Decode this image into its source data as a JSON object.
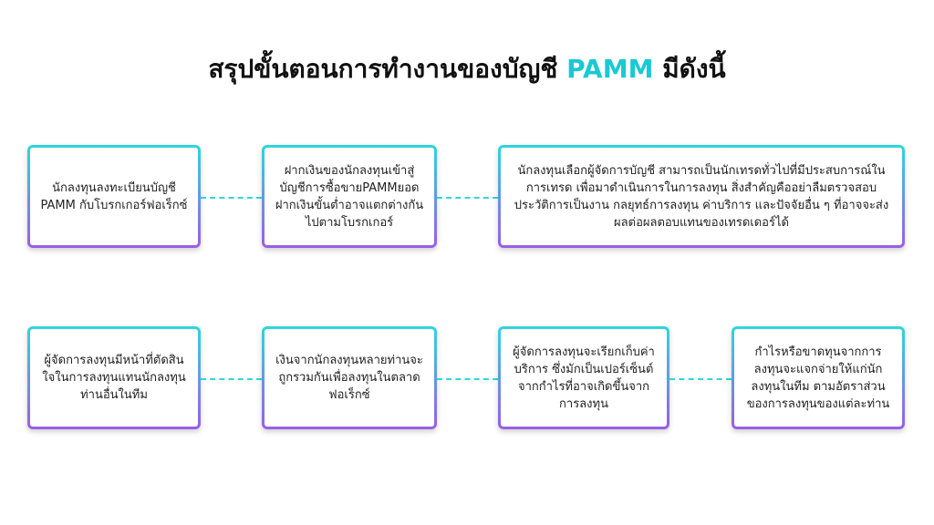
{
  "title": {
    "prefix": "สรุปขั้นตอนการทำงานของบัญชี ",
    "accent": "PAMM",
    "suffix": " มีดังนี้"
  },
  "colors": {
    "accent": "#19c9d3",
    "border_top": "#2fd6dc",
    "border_bottom": "#9b5de5",
    "connector": "#2fd6dc"
  },
  "steps_row1": [
    "นักลงทุนลงทะเบียนบัญชี PAMM กับโบรกเกอร์ฟอเร็กซ์",
    "ฝากเงินของนักลงทุนเข้าสู่บัญชีการซื้อขายPAMMยอดฝากเงินขั้นต่ำอาจแตกต่างกันไปตามโบรกเกอร์",
    "นักลงทุนเลือกผู้จัดการบัญชี สามารถเป็นนักเทรดทั่วไปที่มีประสบการณ์ในการเทรด เพื่อมาดำเนินการในการลงทุน สิ่งสำคัญคืออย่าลืมตรวจสอบประวัติการเป็นงาน กลยุทธ์การลงทุน ค่าบริการ และปัจจัยอื่น ๆ ที่อาจจะส่งผลต่อผลตอบแทนของเทรดเดอร์ได้"
  ],
  "steps_row2": [
    "ผู้จัดการลงทุนมีหน้าที่ตัดสินใจในการลงทุนแทนนักลงทุนท่านอื่นในทีม",
    "เงินจากนักลงทุนหลายท่านจะถูกรวมกันเพื่อลงทุนในตลาดฟอเร็กซ์",
    "ผู้จัดการลงทุนจะเรียกเก็บค่าบริการ ซึ่งมักเป็นเปอร์เซ็นต์จากกำไรที่อาจเกิดขึ้นจากการลงทุน",
    "กำไรหรือขาดทุนจากการลงทุนจะแจกจ่ายให้แก่นักลงทุนในทีม ตามอัตราส่วนของการลงทุนของแต่ละท่าน"
  ]
}
